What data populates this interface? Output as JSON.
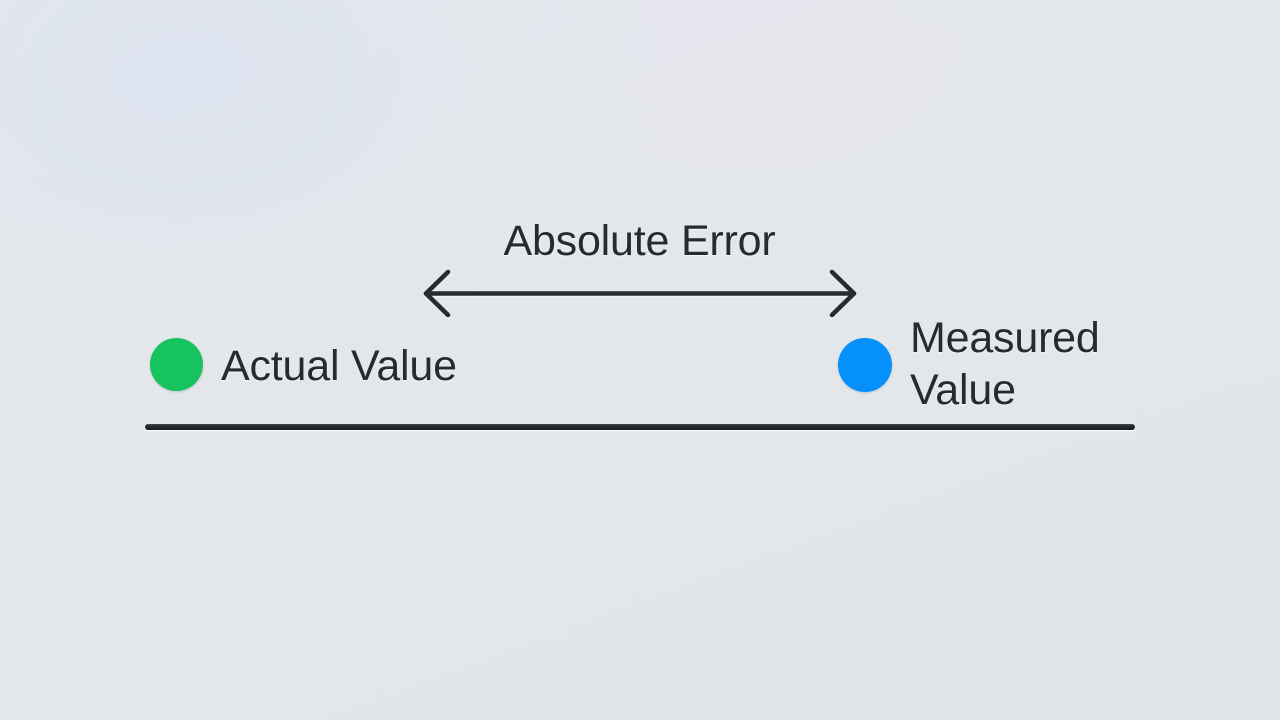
{
  "diagram": {
    "title": "Absolute Error",
    "background_color": "#e3e7ea",
    "ink_color": "#272b30",
    "arrow": {
      "name": "absolute-error-span",
      "style": "double-headed",
      "color": "#272b30"
    },
    "markers": [
      {
        "id": "actual",
        "label": "Actual Value",
        "dot_color": "#16c35e",
        "side": "left"
      },
      {
        "id": "measured",
        "label": "Measured Value",
        "dot_color": "#0590fb",
        "side": "right"
      }
    ],
    "baseline": {
      "name": "number-line",
      "color": "#23272c"
    }
  }
}
